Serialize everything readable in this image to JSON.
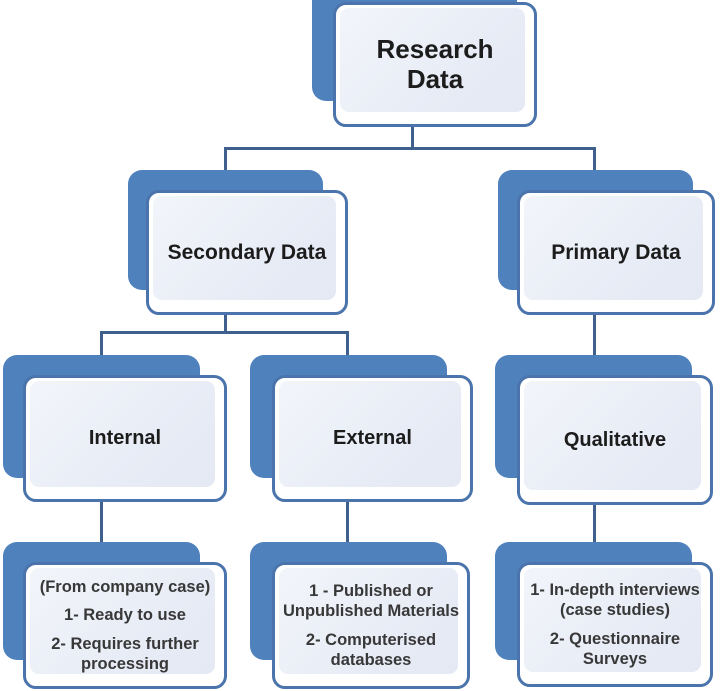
{
  "diagram": {
    "type": "hierarchy-tree",
    "colors": {
      "shadow_blue": "#4f81bd",
      "box_border": "#4a74ab",
      "box_fill_light": "#e9edf6",
      "connector": "#3f608f",
      "title_text": "#1c1c1c",
      "detail_text": "#383838",
      "background": "#ffffff"
    },
    "nodes": {
      "research": {
        "label": "Research Data"
      },
      "secondary": {
        "label": "Secondary Data"
      },
      "primary": {
        "label": "Primary Data"
      },
      "internal": {
        "label": "Internal"
      },
      "external": {
        "label": "External"
      },
      "qualitative": {
        "label": "Qualitative"
      },
      "internal_details": {
        "items": [
          "(From company case)",
          "1- Ready to use",
          "2- Requires further processing"
        ]
      },
      "external_details": {
        "items": [
          "1 - Published or Unpublished Materials",
          "2- Computerised databases"
        ]
      },
      "qualitative_details": {
        "items": [
          "1- In-depth interviews (case studies)",
          "2- Questionnaire Surveys"
        ]
      }
    },
    "edges": [
      "research->secondary",
      "research->primary",
      "secondary->internal",
      "secondary->external",
      "primary->qualitative",
      "internal->internal_details",
      "external->external_details",
      "qualitative->qualitative_details"
    ]
  }
}
